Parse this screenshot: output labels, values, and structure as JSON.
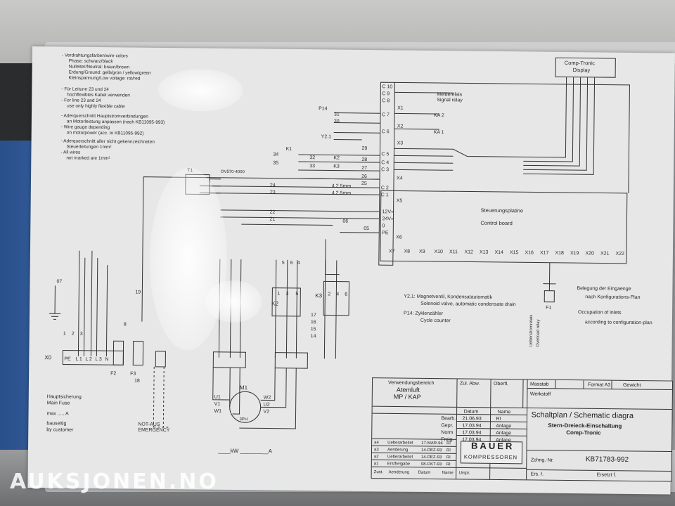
{
  "notes": {
    "lines": [
      "- Verdrahtungsfarben/wire colors",
      "Phase: schwarz/black",
      "Nulleiter/Neutral: braun/brown",
      "Erdung/Ground: gelb/grün / yellow/green",
      "Kleinspannung/Low voltage: rot/red",
      "- Für Leitunn 23 und 24",
      "hochflexibles Kabel verwenden",
      "- For line 23 and 24",
      "use only highly flexible cable",
      "- Aderquerschnitt Hauptstromverbindungen",
      "an Motorleistung anpassen (nach KB11095-993)",
      "- Wire gauge depending",
      "on motorpower (acc. to KB11095-992)",
      "- Aderquerschnitt aller nicht gekennzeichneten",
      "Steuerleitungen 1mm²",
      "- All wires",
      "not marked are 1mm²"
    ]
  },
  "display_label": [
    "Comp-Tronic",
    "Display"
  ],
  "relays": {
    "melde": [
      "Melderelais",
      "Signal relay"
    ],
    "x_labels": [
      "X1",
      "X2",
      "X3",
      "X4",
      "X5",
      "X6"
    ],
    "ka": [
      "KA 2",
      "KA 1"
    ],
    "terminals": [
      "C 10",
      "C 9",
      "C 8",
      "C 7",
      "C 6",
      "C 5",
      "C 4",
      "C 3",
      "C 2",
      "C 1",
      "12V=",
      "24V=",
      "0",
      "PE"
    ],
    "wire_nums": [
      "31",
      "30",
      "29",
      "28",
      "27",
      "26",
      "25",
      "24",
      "23",
      "22",
      "21",
      "06",
      "05",
      "32",
      "33",
      "34",
      "35"
    ],
    "p14": "P14",
    "y2": "Y2.1",
    "k_left": [
      "K1",
      "K2",
      "K3"
    ],
    "gauge": [
      "4 2.5mm",
      "4 2.5mm"
    ],
    "t1": "T1",
    "t1_rating": "DV570-4000"
  },
  "board": {
    "title_de": "Steuerungsplatine",
    "title_en": "Control board",
    "connectors": [
      "X7",
      "X8",
      "X9",
      "X10",
      "X11",
      "X12",
      "X13",
      "X14",
      "X15",
      "X16",
      "X17",
      "X18",
      "X19",
      "X20",
      "X21",
      "X22"
    ]
  },
  "legend": {
    "y2_de": "Y2.1:  Magnetventil, Kondensatautomatik",
    "y2_en": "Solenoid valve, automatic condensate drain",
    "p14_de": "P14:  Zyklenzähler",
    "p14_en": "Cycle counter",
    "inputs_de": [
      "Belegung der Eingaenge",
      "nach Konfigurations-Plan"
    ],
    "inputs_en": [
      "Occupation of inlets",
      "according to configuration-plan"
    ],
    "overload": [
      "Ueberstromrelais",
      "Overload relay"
    ],
    "f1": "F1"
  },
  "power": {
    "x0": "X0",
    "x0_terms": [
      "PE",
      "L 1",
      "L 2",
      "L 3",
      "N"
    ],
    "fuses": [
      "F2",
      "F3"
    ],
    "k2": "K2",
    "k3": "K3",
    "motor": "M1",
    "motor_terms": [
      "U1",
      "V1",
      "W1",
      "W2",
      "U2",
      "V2"
    ],
    "motor_mark": "3PH",
    "main_fuse": [
      "Hauptsicherung",
      "Main Fuse",
      "max ..... A",
      "bauseitig",
      "by customer"
    ],
    "notaus": [
      "NOT-AUS",
      "EMERGENCY"
    ],
    "kw": "____kW  _________A",
    "nums": [
      "07",
      "19",
      "18",
      "8",
      "3",
      "2",
      "1",
      "5",
      "6",
      "4",
      "1",
      "3",
      "5",
      "17",
      "16",
      "15",
      "14",
      "2",
      "4",
      "6"
    ]
  },
  "title_block": {
    "use_de": "Verwendungsbereich",
    "use_val": [
      "Atemluft",
      "MP / KAP"
    ],
    "zul": "Zul. Abw.",
    "oberfl": "Oberfl.",
    "masstab": "Masstab",
    "format": "Format  A3",
    "gewicht": "Gewicht",
    "werkstoff": "Werkstoff",
    "datum_hdr": "Datum",
    "name_hdr": "Name",
    "rows": [
      {
        "label": "Bearb.",
        "date": "21.06.93",
        "name": "Rl"
      },
      {
        "label": "Gepr.",
        "date": "17.03.94",
        "name": "Anlage"
      },
      {
        "label": "Norm",
        "date": "17.03.94",
        "name": "Anlage"
      },
      {
        "label": "Freig.",
        "date": "17.03.94",
        "name": "Anlage"
      }
    ],
    "rev": [
      {
        "idx": "a4",
        "text": "Ueberarbeitet",
        "date": "17-MAR-94",
        "name": "Rl"
      },
      {
        "idx": "a3",
        "text": "Aenderung",
        "date": "14-DEZ-93",
        "name": "Rl"
      },
      {
        "idx": "a2",
        "text": "Ueberarbeitet",
        "date": "14-DEZ-93",
        "name": "Rl"
      },
      {
        "idx": "a1",
        "text": "Erstfreigabe",
        "date": "08-OKT-93",
        "name": "Rl"
      }
    ],
    "rev_footer": [
      "Zust.",
      "Aenderung",
      "Datum",
      "Name",
      "Urspr."
    ],
    "title": "Schaltplan / Schematic diagra",
    "subtitle": "Stern-Dreieck-Einschaltung",
    "subtitle2": "Comp-Tronic",
    "brand_top": "BAUER",
    "brand_bottom": "KOMPRESSOREN",
    "zchng": "Zchng.-Nr.",
    "number": "KB71783-992",
    "ers": "Ers. f.",
    "ersd": "Ersetzt f."
  },
  "watermark": "AUKSJONEN.NO"
}
